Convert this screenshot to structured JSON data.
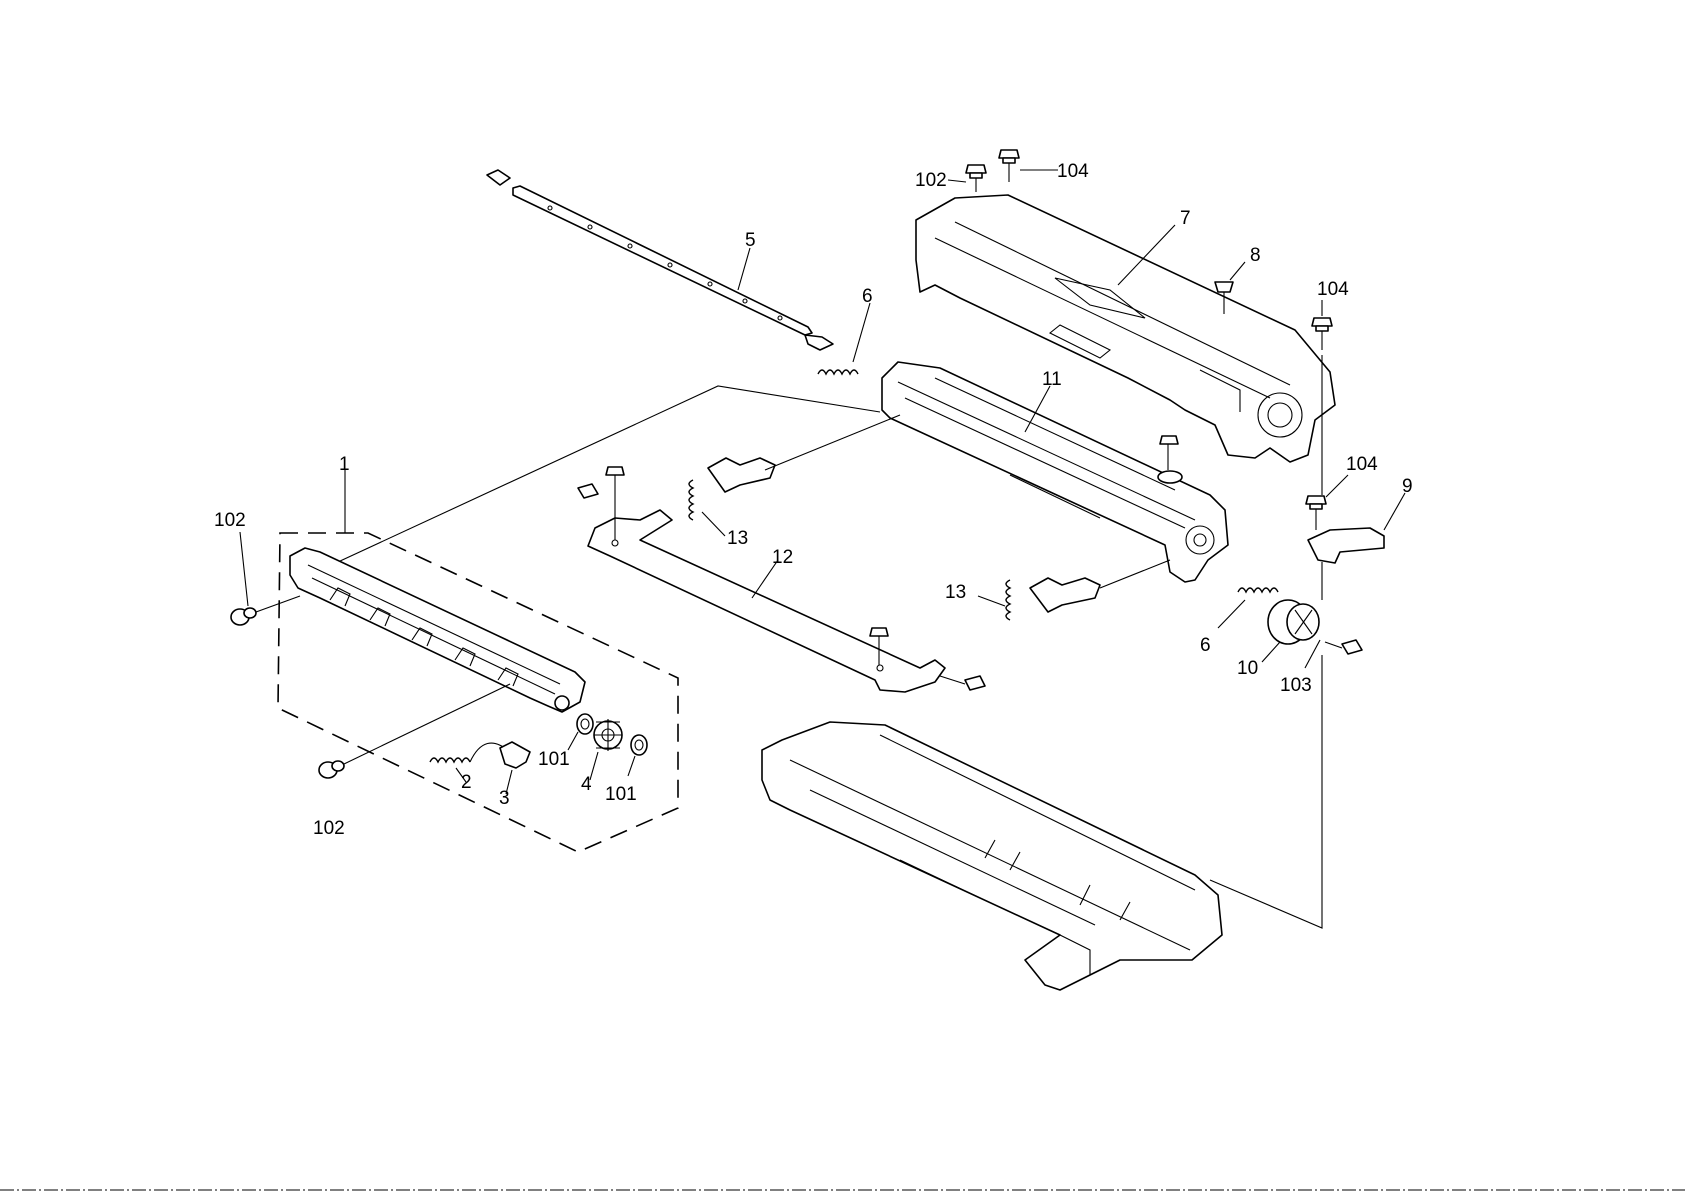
{
  "diagram": {
    "callouts": {
      "c1": "1",
      "c2": "2",
      "c3": "3",
      "c4": "4",
      "c5": "5",
      "c6a": "6",
      "c6b": "6",
      "c7": "7",
      "c8": "8",
      "c9": "9",
      "c10": "10",
      "c11": "11",
      "c12": "12",
      "c13a": "13",
      "c13b": "13",
      "c101a": "101",
      "c101b": "101",
      "c102a": "102",
      "c102b": "102",
      "c102c": "102",
      "c103": "103",
      "c104a": "104",
      "c104b": "104",
      "c104c": "104"
    }
  }
}
